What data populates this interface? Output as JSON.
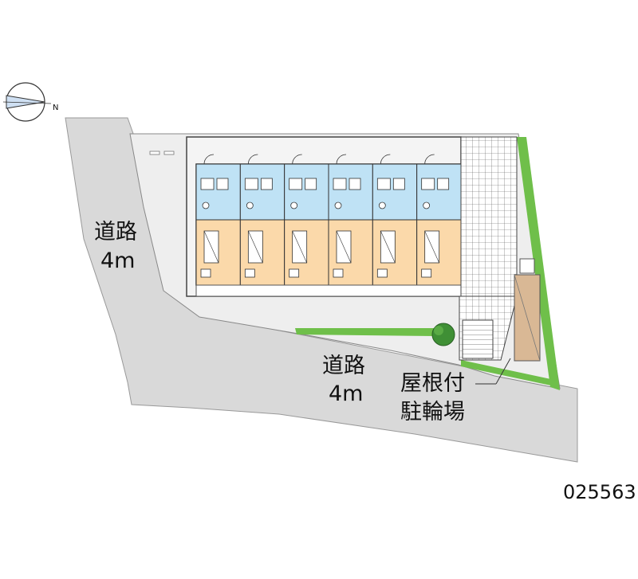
{
  "labels": {
    "road_left_name": "道路",
    "road_left_width": "4m",
    "road_bottom_name": "道路",
    "road_bottom_width": "4m",
    "bike_parking_line1": "屋根付",
    "bike_parking_line2": "駐輪場",
    "property_code": "025563"
  },
  "compass": {
    "letter": "N",
    "icon": "north-arrow-icon"
  },
  "building": {
    "unit_count": 6
  },
  "colors": {
    "road": "#d9d9d9",
    "lot": "#eeeeee",
    "room_blue": "#bfe2f5",
    "room_orange": "#fbd9aa",
    "green": "#6fbf4a",
    "bike_shelter": "#d9b895"
  }
}
